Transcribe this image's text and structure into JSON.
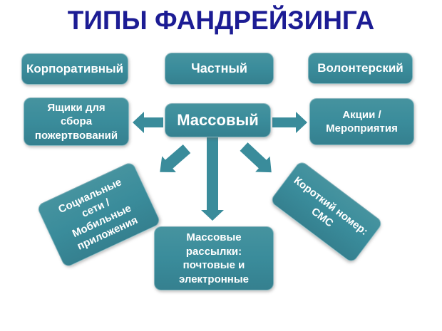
{
  "title": "ТИПЫ ФАНДРЕЙЗИНГА",
  "colors": {
    "title": "#1c1c94",
    "box_fill": "#3a8c9b",
    "box_text": "#ffffff",
    "arrow": "#3a8c9b",
    "background": "#ffffff"
  },
  "nodes": {
    "corporate": {
      "label": "Корпоративный"
    },
    "private": {
      "label": "Частный"
    },
    "volunteer": {
      "label": "Волонтерский"
    },
    "donation_boxes": {
      "lines": [
        "Ящики для",
        "сбора",
        "пожертвований"
      ]
    },
    "mass": {
      "label": "Массовый"
    },
    "events": {
      "lines": [
        "Акции /",
        "Мероприятия"
      ]
    },
    "social_mobile": {
      "lines": [
        "Социальные",
        "сети /",
        "Мобильные",
        "приложения"
      ]
    },
    "mass_mailings": {
      "lines": [
        "Массовые",
        "рассылки:",
        "почтовые и",
        "электронные"
      ]
    },
    "sms": {
      "lines": [
        "Короткий номер:",
        "СМС"
      ]
    }
  },
  "arrows": [
    "left",
    "right",
    "down",
    "down-left",
    "down-right"
  ]
}
